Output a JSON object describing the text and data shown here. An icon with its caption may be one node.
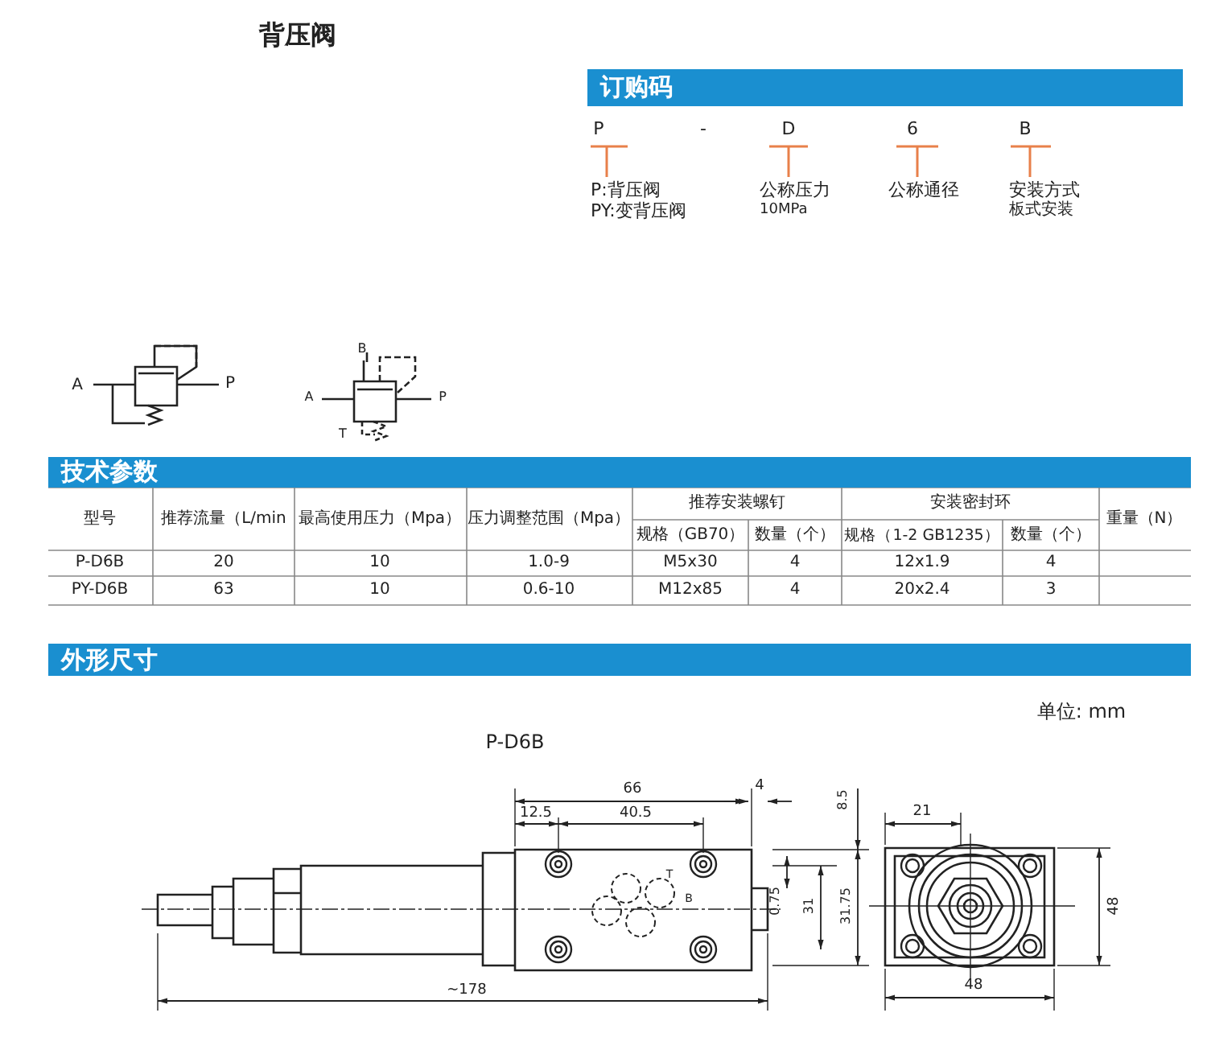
{
  "diagram": {
    "title": "背压阀",
    "nodes": [
      {
        "text": [
          "订购码"
        ]
      },
      {
        "text": [
          "技术参数"
        ]
      },
      {
        "text": [
          "外形尺寸"
        ]
      }
    ],
    "labels": [
      "P",
      "-",
      "D",
      "6",
      "B",
      "P:背压阀",
      "PY:变背压阀",
      "公称压力",
      "10MPa",
      "公称通径",
      "安装方式",
      "板式安装",
      "A",
      "P",
      "B",
      "A",
      "P",
      "T",
      "型号",
      "推荐流量（L/min",
      "最高使用压力（Mpa）",
      "压力调整范围（Mpa）",
      "推荐安装螺钉",
      "安装密封环",
      "重量（N）",
      "规格（GB70）",
      "数量（个）",
      "规格（1-2 GB1235）",
      "数量（个）",
      "P-D6B",
      "20",
      "10",
      "1.0-9",
      "M5x30",
      "4",
      "12x1.9",
      "4",
      "PY-D6B",
      "63",
      "10",
      "0.6-10",
      "M12x85",
      "4",
      "20x2.4",
      "3",
      "单位: mm",
      "P-D6B",
      "66",
      "4",
      "12.5",
      "40.5",
      "8.5",
      "0.75",
      "31",
      "31.75",
      "T",
      "B",
      "~178",
      "21",
      "48",
      "48"
    ]
  }
}
